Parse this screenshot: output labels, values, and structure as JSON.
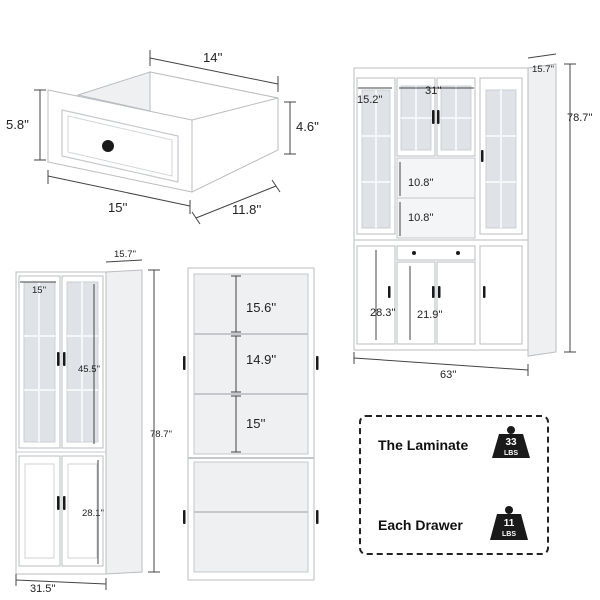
{
  "drawer": {
    "width": "14''",
    "height": "5.8''",
    "inner_height": "4.6''",
    "front_width": "15''",
    "depth": "11.8''"
  },
  "hutch": {
    "depth": "15.7''",
    "height": "78.7''",
    "side_width": "15.2''",
    "center_width": "31''",
    "shelf_upper": "10.8''",
    "shelf_lower": "10.8''",
    "base_side": "28.3''",
    "base_center": "21.9''",
    "total_width": "63''"
  },
  "tall_cabinet": {
    "depth": "15.7''",
    "door_width": "15''",
    "glass_height": "45.5''",
    "height": "78.7''",
    "base_height": "28.1''",
    "width": "31.5''"
  },
  "open_cabinet": {
    "shelf_1": "15.6''",
    "shelf_2": "14.9''",
    "shelf_3": "15''"
  },
  "weights": {
    "laminate_label": "The Laminate",
    "laminate_value": "33",
    "laminate_unit": "LBS",
    "drawer_label": "Each Drawer",
    "drawer_value": "11",
    "drawer_unit": "LBS"
  },
  "colors": {
    "cabinet": "#ffffff",
    "outline": "#b9bcc0",
    "glass": "#dfe3e7",
    "handle": "#1a1a1a",
    "text": "#222222"
  }
}
